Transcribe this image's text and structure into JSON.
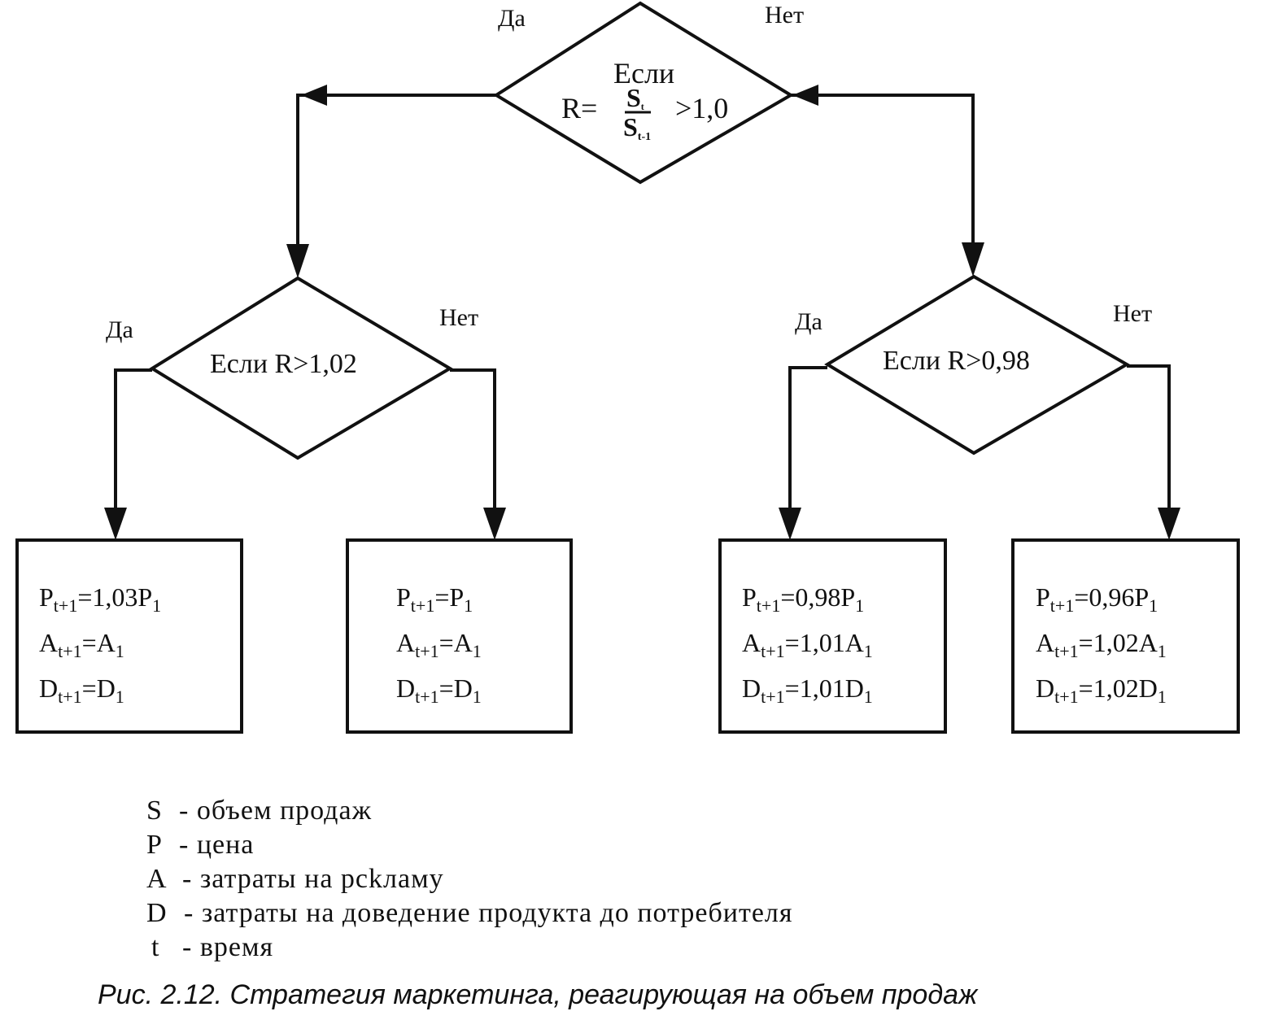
{
  "top_decision": {
    "line1": "Если",
    "prefix": "R=",
    "numerator": "S",
    "numerator_sub": "t",
    "denominator": "S",
    "denominator_sub": "t-1",
    "suffix": ">1,0",
    "yes": "Да",
    "no": "Нет"
  },
  "left_decision": {
    "text": "Если R>1,02",
    "yes": "Да",
    "no": "Нет"
  },
  "right_decision": {
    "text": "Если R>0,98",
    "yes": "Да",
    "no": "Нет"
  },
  "boxes": [
    {
      "p_coef": "1,03",
      "a_coef": "",
      "d_coef": ""
    },
    {
      "p_coef": "",
      "a_coef": "",
      "d_coef": ""
    },
    {
      "p_coef": "0,98",
      "a_coef": "1,01",
      "d_coef": "1,01"
    },
    {
      "p_coef": "0,96",
      "a_coef": "1,02",
      "d_coef": "1,02"
    }
  ],
  "formula": {
    "P": "P",
    "A": "A",
    "D": "D",
    "sub_next": "t+1",
    "sub_base": "1",
    "eq": "="
  },
  "legend": [
    {
      "key": "S",
      "text": "- объем продаж"
    },
    {
      "key": "P",
      "text": "- цена"
    },
    {
      "key": "A",
      "text": "- затраты на рсkламу"
    },
    {
      "key": "D",
      "text": "- затраты на доведение продукта до потребителя"
    },
    {
      "key": "t",
      "text": "- время"
    }
  ],
  "caption": "Рис. 2.12. Стратегия маркетинга, реагирующая на объем продаж"
}
